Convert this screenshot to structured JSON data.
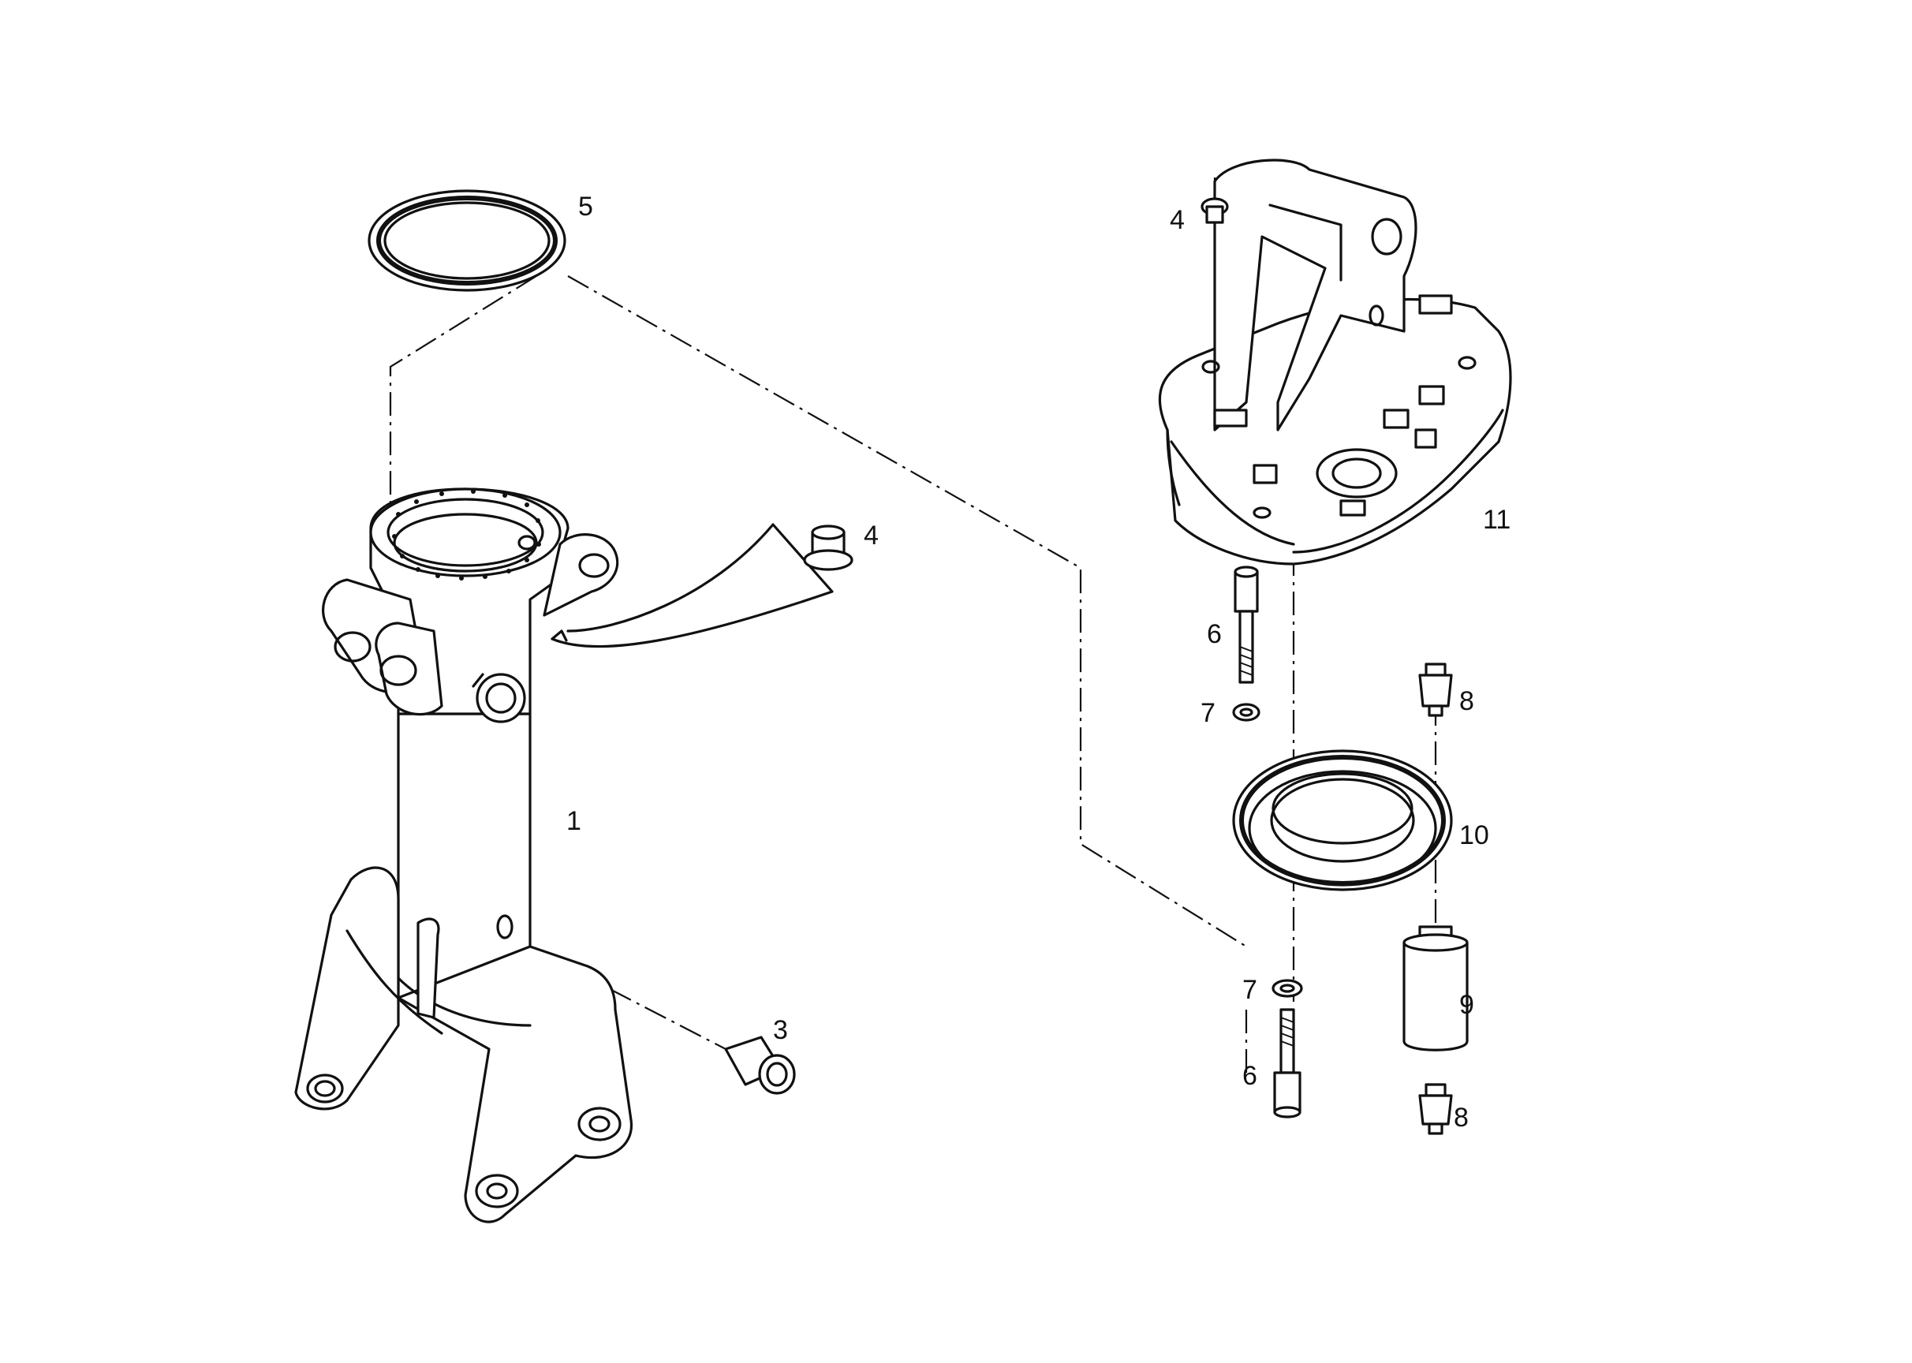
{
  "diagram": {
    "parts": [
      {
        "id": "part-1",
        "label": "1"
      },
      {
        "id": "part-3",
        "label": "3"
      },
      {
        "id": "part-4-left",
        "label": "4"
      },
      {
        "id": "part-4-right",
        "label": "4"
      },
      {
        "id": "part-5",
        "label": "5"
      },
      {
        "id": "part-6-top",
        "label": "6"
      },
      {
        "id": "part-6-bottom",
        "label": "6"
      },
      {
        "id": "part-7-top",
        "label": "7"
      },
      {
        "id": "part-7-bottom",
        "label": "7"
      },
      {
        "id": "part-8-top",
        "label": "8"
      },
      {
        "id": "part-8-bottom",
        "label": "8"
      },
      {
        "id": "part-9",
        "label": "9"
      },
      {
        "id": "part-10",
        "label": "10"
      },
      {
        "id": "part-11",
        "label": "11"
      }
    ]
  }
}
